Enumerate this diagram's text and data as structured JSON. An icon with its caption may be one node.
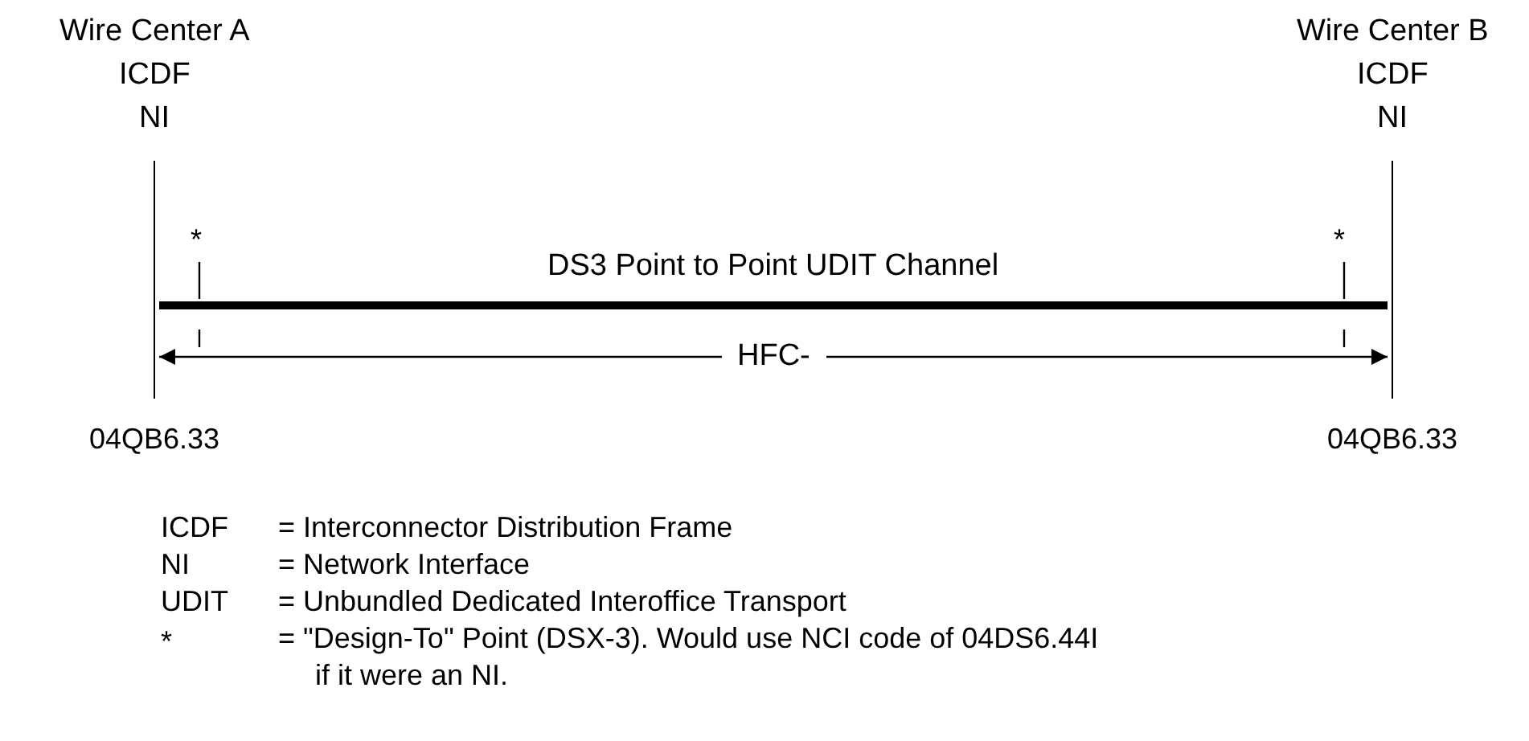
{
  "diagram": {
    "nodes": [
      {
        "text": [],
        "shape": "bar",
        "beside": [
          "Wire Center A",
          "ICDF",
          "NI",
          "04QB6.33"
        ]
      },
      {
        "text": [],
        "shape": "bar",
        "beside": [
          "Wire Center B",
          "ICDF",
          "NI",
          "04QB6.33"
        ]
      }
    ],
    "edges": [
      {
        "from": 0,
        "to": 1,
        "arrow": "none",
        "label": "DS3 Point to Point UDIT Channel",
        "style": "thick"
      },
      {
        "from": 0,
        "to": 1,
        "arrow": "both",
        "label": "HFC-"
      }
    ],
    "labels": [
      "*",
      "*",
      "ICDF",
      "= Interconnector Distribution Frame",
      "NI",
      "= Network Interface",
      "UDIT",
      "= Unbundled Dedicated Interoffice Transport",
      "*",
      "= \"Design-To\" Point (DSX-3). Would use NCI code of 04DS6.44I if it were an NI."
    ]
  }
}
